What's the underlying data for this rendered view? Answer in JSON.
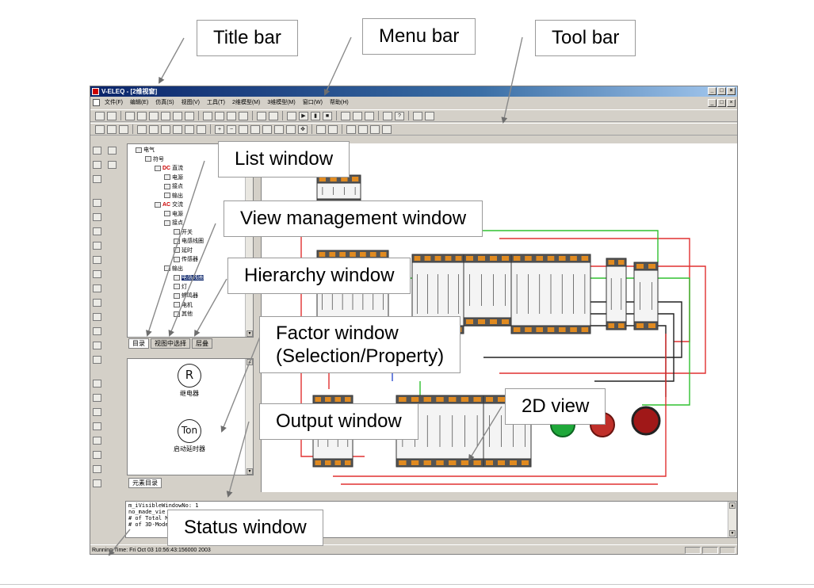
{
  "window": {
    "title": "V-ELEQ - [2维视窗]",
    "controls": [
      "_",
      "□",
      "×"
    ]
  },
  "menu": {
    "items": [
      "文件(F)",
      "编辑(E)",
      "仿真(S)",
      "视图(V)",
      "工具(T)",
      "2维模型(M)",
      "3维模型(M)",
      "窗口(W)",
      "帮助(H)"
    ]
  },
  "tree": {
    "items": [
      {
        "label": "电气",
        "level": 0
      },
      {
        "label": "符号",
        "level": 1
      },
      {
        "label": "直流",
        "level": 2,
        "badge": "DC"
      },
      {
        "label": "电源",
        "level": 3
      },
      {
        "label": "接点",
        "level": 3
      },
      {
        "label": "输出",
        "level": 3
      },
      {
        "label": "交流",
        "level": 2,
        "badge": "AC"
      },
      {
        "label": "电源",
        "level": 3
      },
      {
        "label": "接点",
        "level": 3
      },
      {
        "label": "开关",
        "level": 4
      },
      {
        "label": "电感线圈",
        "level": 4
      },
      {
        "label": "延时",
        "level": 4
      },
      {
        "label": "传感器",
        "level": 4
      },
      {
        "label": "输出",
        "level": 3
      },
      {
        "label": "电感线圈",
        "level": 4,
        "selected": true
      },
      {
        "label": "灯",
        "level": 4
      },
      {
        "label": "蜂鸣器",
        "level": 4
      },
      {
        "label": "电机",
        "level": 4
      },
      {
        "label": "其他",
        "level": 4
      }
    ]
  },
  "tabs": [
    "目录",
    "视图中选择",
    "层叠"
  ],
  "factor": {
    "components": [
      {
        "symbol": "R",
        "label": "继电器"
      },
      {
        "symbol": "Ton",
        "label": "启动延时器"
      }
    ],
    "tab": "元素目录"
  },
  "output": {
    "lines": [
      "m_iVisibleWindowNo: 1",
      "no_made_vie",
      "# of Total Mo",
      "# of 3D-Mode"
    ]
  },
  "status": {
    "text": "Running Time: Fri Oct 03 10:56:43:156000 2003"
  },
  "callouts": {
    "title_bar": "Title bar",
    "menu_bar": "Menu bar",
    "tool_bar": "Tool bar",
    "list_window": "List window",
    "view_management": "View management window",
    "hierarchy": "Hierarchy window",
    "factor_line1": "Factor window",
    "factor_line2": "(Selection/Property)",
    "output": "Output window",
    "view2d": "2D view",
    "status": "Status window"
  },
  "colors": {
    "wire_red": "#e03030",
    "wire_green": "#30c030",
    "wire_black": "#202020",
    "wire_blue": "#3050d0",
    "terminal_orange": "#e08a20",
    "lamp_green": "#1fa83a",
    "lamp_red": "#c0302a",
    "lamp_dark_red": "#a01818"
  },
  "icons": {
    "app": "app-logo-icon",
    "toolbar": [
      "new-icon",
      "open-icon",
      "save-icon",
      "print-icon",
      "cut-icon",
      "copy-icon",
      "paste-icon",
      "delete-icon",
      "undo-icon",
      "redo-icon",
      "play-icon",
      "pause-icon",
      "stop-icon",
      "zoom-in-icon",
      "zoom-out-icon",
      "pan-icon",
      "help-icon"
    ]
  }
}
